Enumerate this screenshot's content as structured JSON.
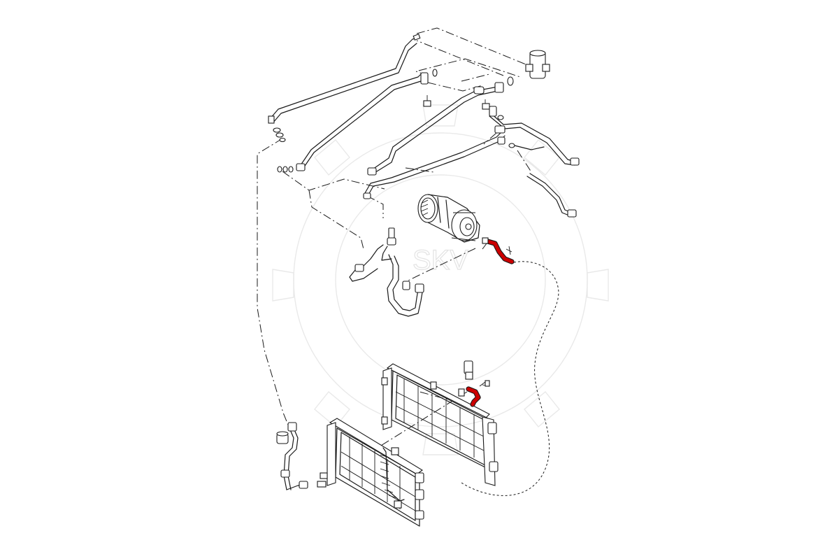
{
  "diagram": {
    "highlight_color": "#cc0000",
    "line_color": "#1a1a1a",
    "background": "#ffffff",
    "watermark_color": "#e9e9e9",
    "highlighted_parts": [
      "compressor-discharge-hose",
      "condenser-inlet-hose"
    ],
    "watermark_text": "SKV"
  }
}
